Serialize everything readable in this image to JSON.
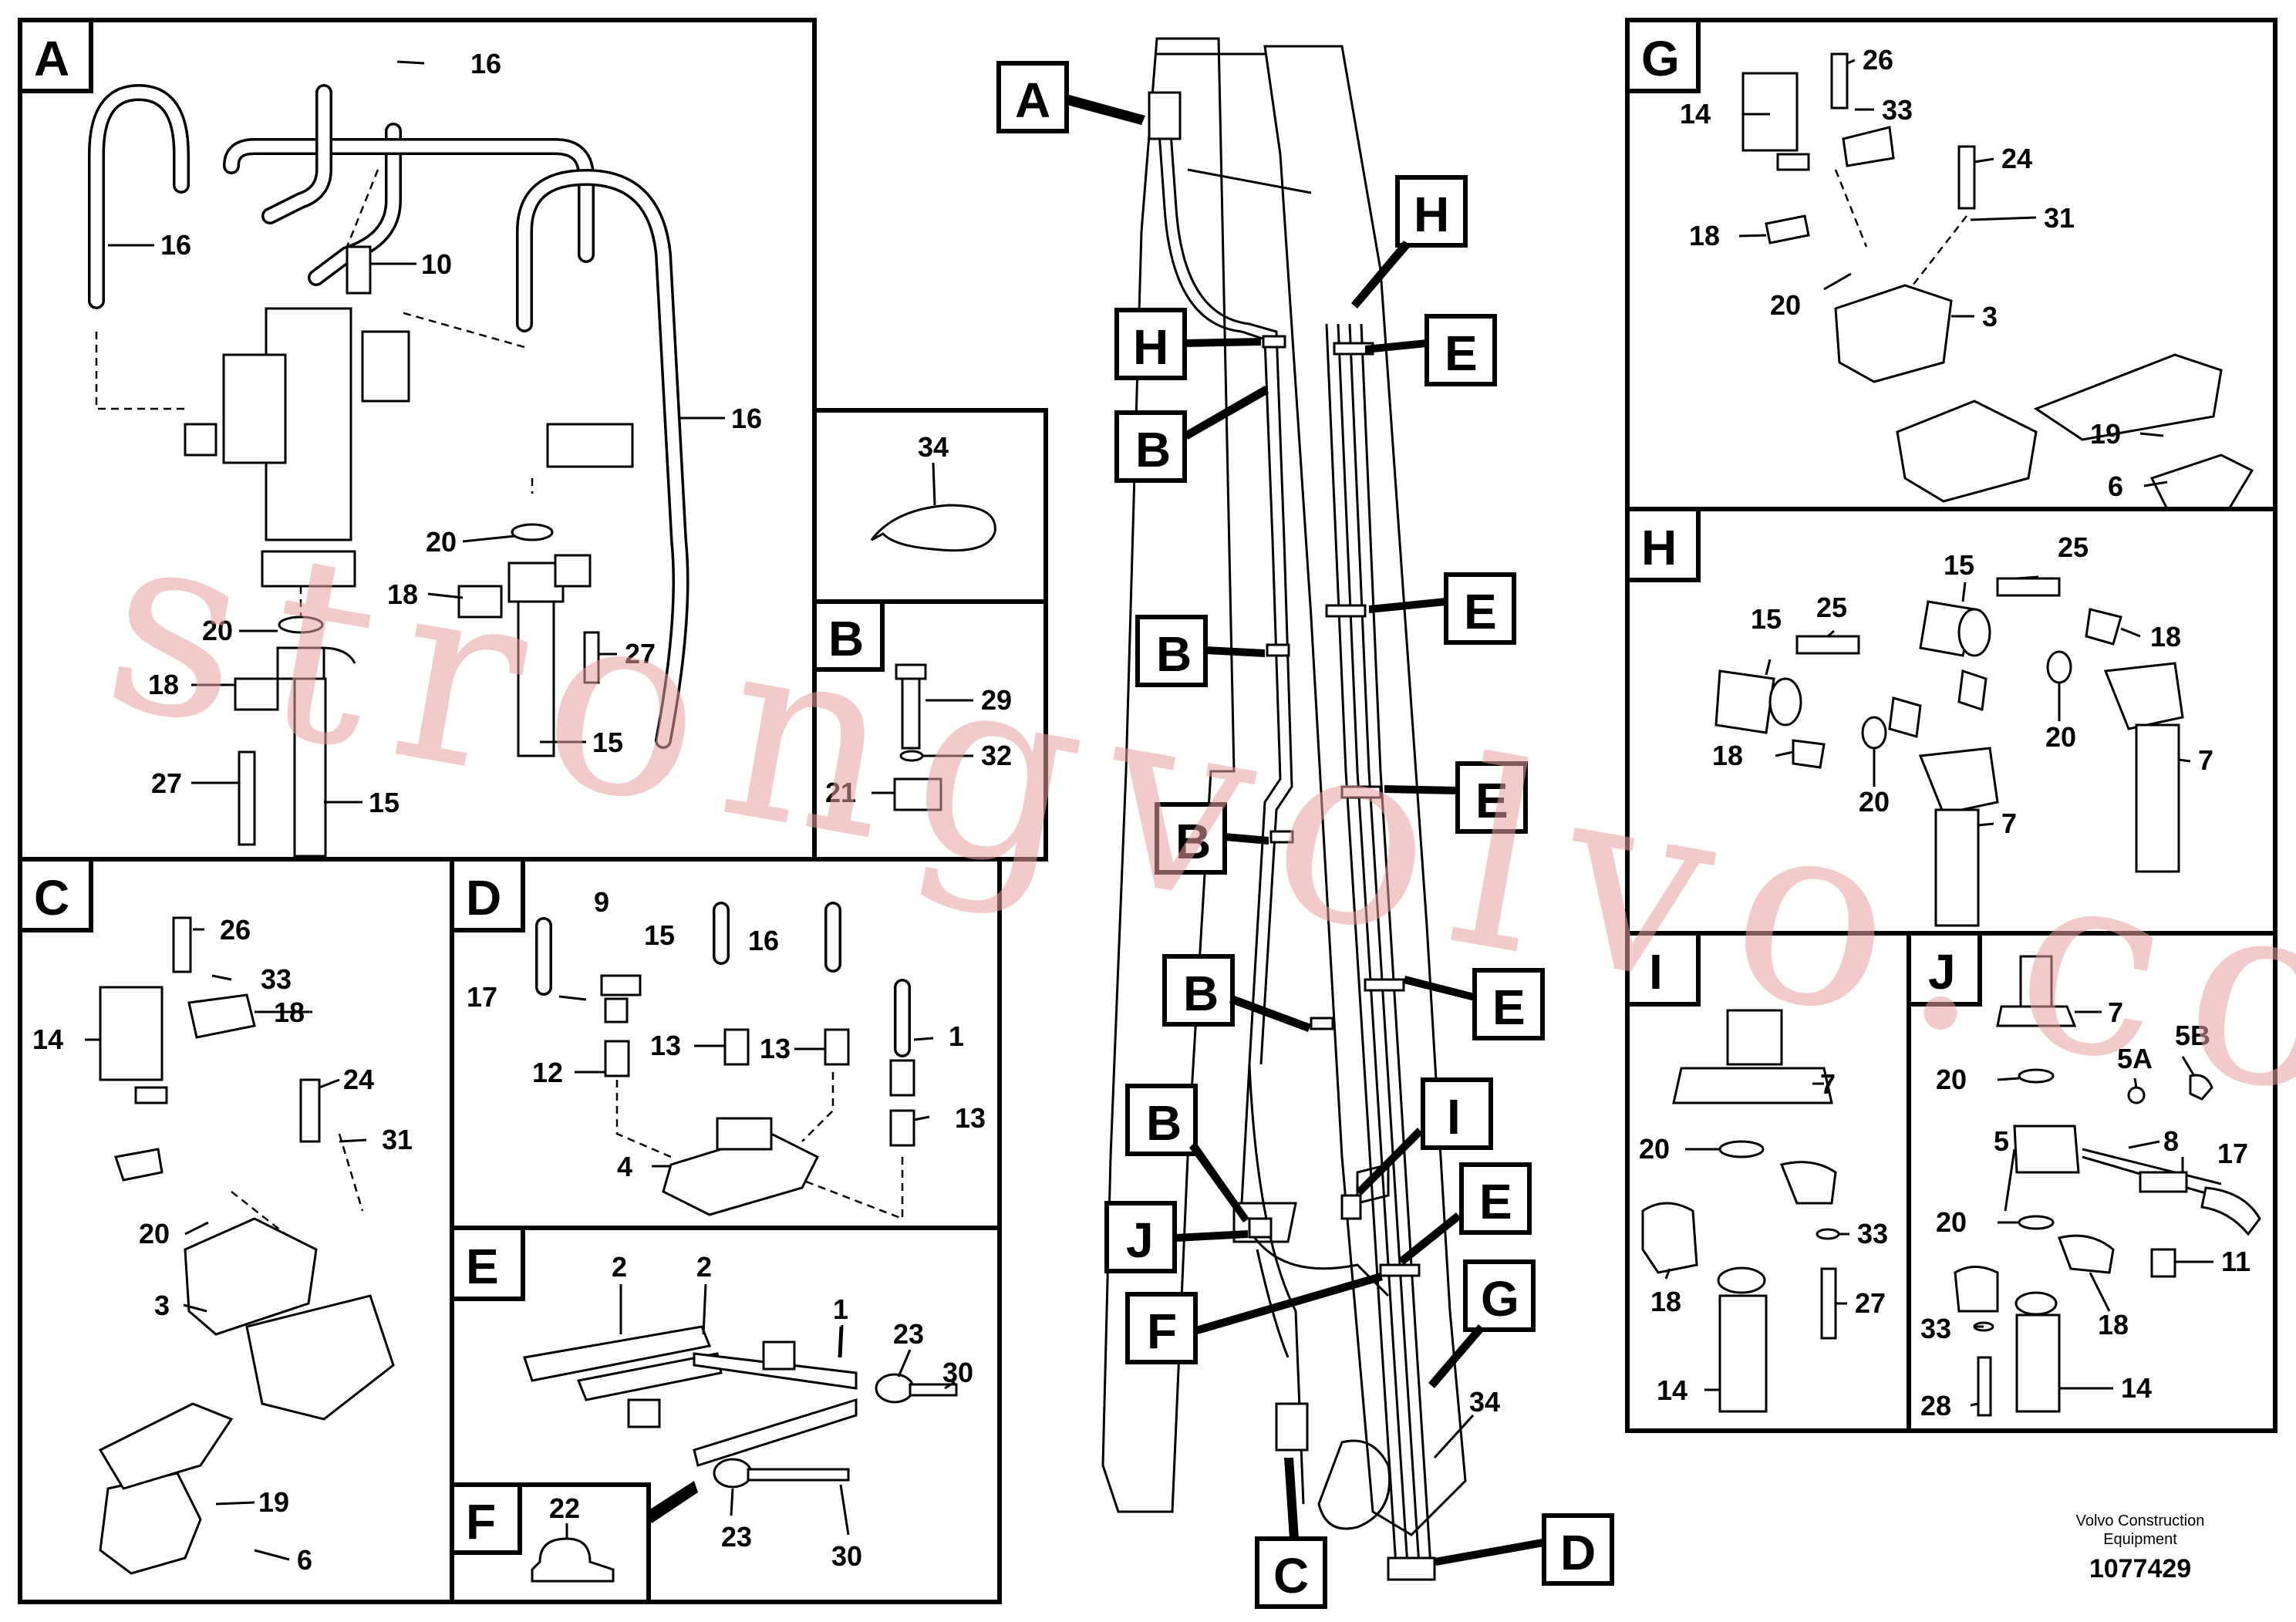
{
  "panels": {
    "A": {
      "letter": "A",
      "labels": [
        "16",
        "16",
        "10",
        "16",
        "20",
        "18",
        "20",
        "18",
        "27",
        "27",
        "15",
        "15"
      ]
    },
    "B": {
      "letter": "B",
      "labels": [
        "29",
        "32",
        "21"
      ]
    },
    "C": {
      "letter": "C",
      "labels": [
        "26",
        "33",
        "18",
        "14",
        "24",
        "31",
        "20",
        "3",
        "19",
        "6"
      ]
    },
    "D": {
      "letter": "D",
      "labels": [
        "9",
        "15",
        "16",
        "17",
        "1",
        "12",
        "13",
        "13",
        "13",
        "4"
      ]
    },
    "E": {
      "letter": "E",
      "labels": [
        "2",
        "2",
        "1",
        "23",
        "30",
        "23",
        "30"
      ]
    },
    "F": {
      "letter": "F",
      "labels": [
        "22"
      ]
    },
    "G": {
      "letter": "G",
      "labels": [
        "26",
        "14",
        "33",
        "24",
        "18",
        "31",
        "20",
        "3",
        "19",
        "6"
      ]
    },
    "H": {
      "letter": "H",
      "labels": [
        "15",
        "25",
        "15",
        "25",
        "18",
        "18",
        "20",
        "20",
        "7",
        "7"
      ]
    },
    "I": {
      "letter": "I",
      "labels": [
        "7",
        "20",
        "33",
        "18",
        "27",
        "14"
      ]
    },
    "J": {
      "letter": "J",
      "labels": [
        "7",
        "5B",
        "5A",
        "20",
        "8",
        "5",
        "17",
        "20",
        "11",
        "18",
        "33",
        "28",
        "14"
      ]
    },
    "T": {
      "labels": [
        "34"
      ]
    }
  },
  "callouts": [
    "A",
    "H",
    "E",
    "H",
    "B",
    "E",
    "B",
    "E",
    "B",
    "B",
    "E",
    "B",
    "I",
    "E",
    "J",
    "G",
    "F",
    "C",
    "D"
  ],
  "callout_34": "34",
  "watermark": "strongvolvo.com",
  "footer": {
    "company_line1": "Volvo Construction",
    "company_line2": "Equipment",
    "drawing_number": "1077429"
  }
}
